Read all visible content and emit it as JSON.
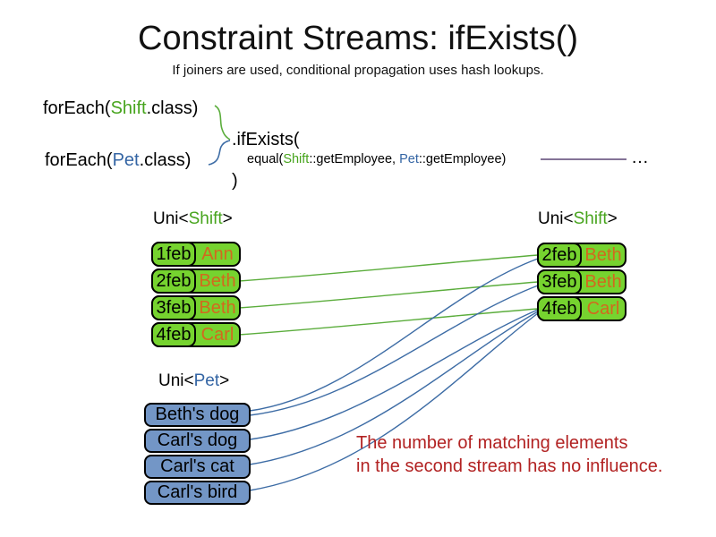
{
  "colors": {
    "title_text": "#111111",
    "green_text": "#47A41D",
    "blue_text": "#3465A4",
    "orange_text": "#D2691E",
    "red_text": "#B22222",
    "green_fill": "#76D32F",
    "blue_fill": "#7396C6",
    "green_line": "#5BAD3C",
    "blue_line": "#3D6CA5",
    "purple_line": "#5B4575"
  },
  "header": {
    "title": "Constraint Streams: ifExists()",
    "subtitle": "If joiners are used, conditional propagation uses hash lookups."
  },
  "code": {
    "foreach_shift": {
      "prefix": "forEach(",
      "type": "Shift",
      "suffix": ".class)"
    },
    "foreach_pet": {
      "prefix": "forEach(",
      "type": "Pet",
      "suffix": ".class)"
    },
    "if_exists": ".ifExists(",
    "equal": {
      "prefix": "equal(",
      "shift_type": "Shift",
      "middle": "::getEmployee, ",
      "pet_type": "Pet",
      "suffix": "::getEmployee)"
    },
    "close_paren": ")",
    "ellipsis": "…"
  },
  "tables": {
    "left_shift": {
      "header": {
        "prefix": "Uni<",
        "type": "Shift",
        "suffix": ">"
      },
      "rows": [
        {
          "date": "1feb",
          "name": "Ann"
        },
        {
          "date": "2feb",
          "name": "Beth"
        },
        {
          "date": "3feb",
          "name": "Beth"
        },
        {
          "date": "4feb",
          "name": "Carl"
        }
      ]
    },
    "right_shift": {
      "header": {
        "prefix": "Uni<",
        "type": "Shift",
        "suffix": ">"
      },
      "rows": [
        {
          "date": "2feb",
          "name": "Beth"
        },
        {
          "date": "3feb",
          "name": "Beth"
        },
        {
          "date": "4feb",
          "name": "Carl"
        }
      ]
    },
    "pet": {
      "header": {
        "prefix": "Uni<",
        "type": "Pet",
        "suffix": ">"
      },
      "rows": [
        {
          "name": "Beth's dog"
        },
        {
          "name": "Carl's dog"
        },
        {
          "name": "Carl's cat"
        },
        {
          "name": "Carl's bird"
        }
      ]
    }
  },
  "annotation": {
    "line1": "The number of matching elements",
    "line2": "in the second stream has no influence."
  }
}
